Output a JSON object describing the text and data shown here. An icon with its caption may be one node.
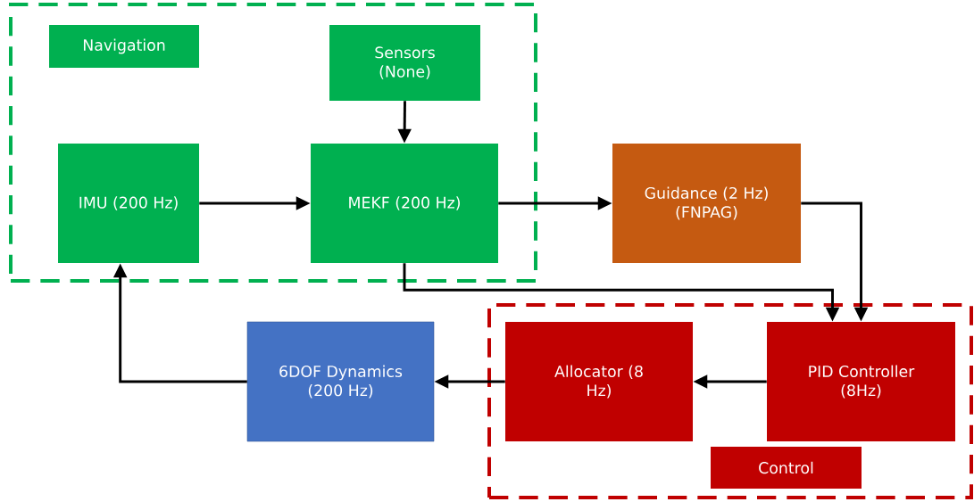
{
  "diagram": {
    "nodes": [
      {
        "text": [
          "Navigation"
        ]
      },
      {
        "text": [
          "Sensors (None)"
        ],
        "in": 0
      },
      {
        "text": [
          "IMU (200 Hz)"
        ],
        "in": 0
      },
      {
        "text": [
          "MEKF (200 Hz)"
        ],
        "in": 0
      },
      {
        "text": [
          "Guidance (2 Hz) (FNPAG)"
        ]
      },
      {
        "text": [
          "Control"
        ]
      },
      {
        "text": [
          "Allocator (8 Hz)"
        ],
        "in": 5
      },
      {
        "text": [
          "PID Controller (8Hz)"
        ],
        "in": 5
      },
      {
        "text": [
          "6DOF Dynamics (200 Hz)"
        ]
      }
    ],
    "edges": [
      {
        "from": 1,
        "to": 3,
        "arrow": "to"
      },
      {
        "from": 2,
        "to": 3,
        "arrow": "to"
      },
      {
        "from": 3,
        "to": 4,
        "arrow": "to"
      },
      {
        "from": 3,
        "to": 7,
        "arrow": "to"
      },
      {
        "from": 4,
        "to": 7,
        "arrow": "to"
      },
      {
        "from": 7,
        "to": 6,
        "arrow": "to"
      },
      {
        "from": 6,
        "to": 8,
        "arrow": "to"
      },
      {
        "from": 8,
        "to": 2,
        "arrow": "to"
      }
    ]
  }
}
